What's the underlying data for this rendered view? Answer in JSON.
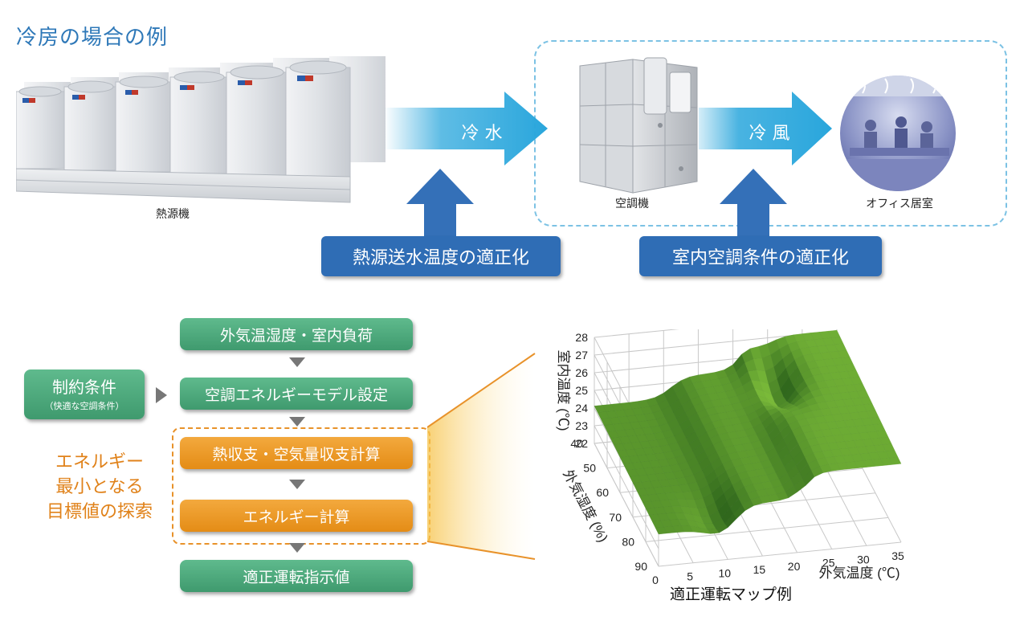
{
  "title": "冷房の場合の例",
  "top": {
    "heat_source_label": "熱源機",
    "ahu_label": "空調機",
    "office_label": "オフィス居室",
    "arrow_cold_water": "冷 水",
    "arrow_cold_air": "冷 風",
    "opt_water_temp": "熱源送水温度の適正化",
    "opt_indoor": "室内空調条件の適正化"
  },
  "flow": {
    "constraint_title": "制約条件",
    "constraint_sub": "（快適な空調条件）",
    "steps": [
      "外気温湿度・室内負荷",
      "空調エネルギーモデル設定",
      "熱収支・空気量収支計算",
      "エネルギー計算",
      "適正運転指示値"
    ],
    "search_label_lines": [
      "エネルギー",
      "最小となる",
      "目標値の探索"
    ]
  },
  "chart_data": {
    "type": "surface",
    "title": "適正運転マップ例",
    "xlabel": "外気温度",
    "xunit": "(℃)",
    "xlim": [
      0,
      35
    ],
    "xticks": [
      0,
      5,
      10,
      15,
      20,
      25,
      30,
      35
    ],
    "ylabel": "外気湿度",
    "yunit": "(%)",
    "ylim": [
      40,
      90
    ],
    "yticks": [
      40,
      50,
      60,
      70,
      80,
      90
    ],
    "zlabel": "室内温度",
    "zunit": "(℃)",
    "zlim": [
      22,
      28
    ],
    "zticks": [
      22,
      23,
      24,
      25,
      26,
      27,
      28
    ],
    "grid": true
  },
  "colors": {
    "title_blue": "#2e78b8",
    "label_blue": "#2f6db5",
    "step_green": "#4aa87a",
    "step_orange": "#ec9a26",
    "search_orange": "#e0821a",
    "surface_green": "#3f7d2a"
  }
}
